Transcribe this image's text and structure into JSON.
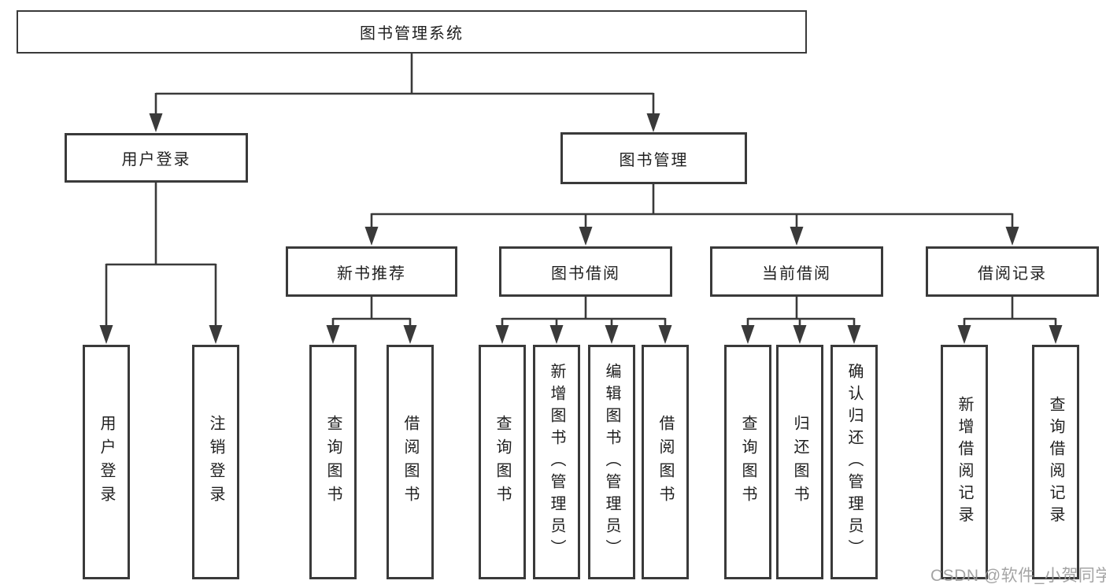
{
  "colors": {
    "line": "#3a3a3a",
    "box_border": "#3a3a3a",
    "text": "#1f1f1f",
    "background": "#ffffff",
    "watermark": "#9d9d9d"
  },
  "watermark": {
    "text": "CSDN @软件_小贺同学"
  },
  "tree": {
    "root": {
      "label": "图书管理系统",
      "children": [
        {
          "label": "用户登录",
          "children": [
            {
              "label": "用户登录"
            },
            {
              "label": "注销登录"
            }
          ]
        },
        {
          "label": "图书管理",
          "children": [
            {
              "label": "新书推荐",
              "children": [
                {
                  "label": "查询图书"
                },
                {
                  "label": "借阅图书"
                }
              ]
            },
            {
              "label": "图书借阅",
              "children": [
                {
                  "label": "查询图书"
                },
                {
                  "label": "新增图书（管理员）"
                },
                {
                  "label": "编辑图书（管理员）"
                },
                {
                  "label": "借阅图书"
                }
              ]
            },
            {
              "label": "当前借阅",
              "children": [
                {
                  "label": "查询图书"
                },
                {
                  "label": "归还图书"
                },
                {
                  "label": "确认归还（管理员）"
                }
              ]
            },
            {
              "label": "借阅记录",
              "children": [
                {
                  "label": "新增借阅记录"
                },
                {
                  "label": "查询借阅记录"
                }
              ]
            }
          ]
        }
      ]
    }
  }
}
